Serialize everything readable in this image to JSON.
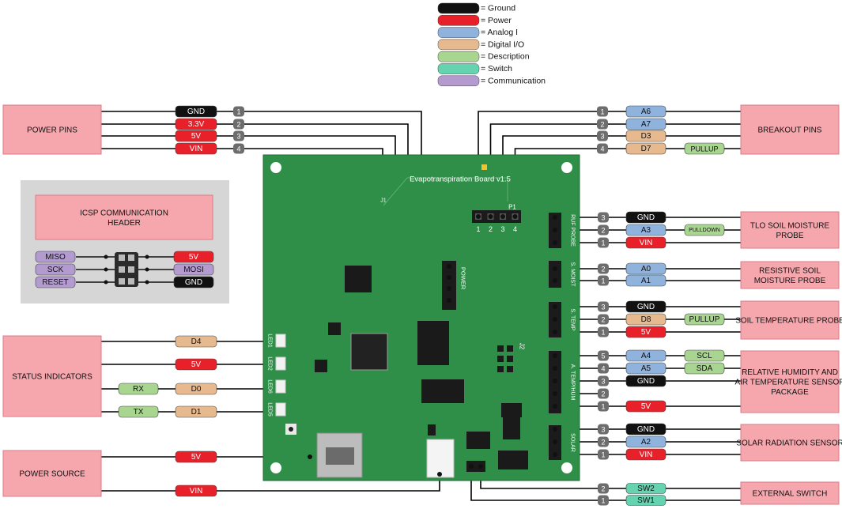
{
  "legend": [
    {
      "key": "ground",
      "label": "= Ground",
      "color": "#111111"
    },
    {
      "key": "power",
      "label": "= Power",
      "color": "#e8202a"
    },
    {
      "key": "analog",
      "label": "= Analog I",
      "color": "#8fb3dd"
    },
    {
      "key": "digital",
      "label": "= Digital I/O",
      "color": "#e7b98f"
    },
    {
      "key": "description",
      "label": "= Description",
      "color": "#a8d58f"
    },
    {
      "key": "switch",
      "label": "= Switch",
      "color": "#66d3b0"
    },
    {
      "key": "communication",
      "label": "= Communication",
      "color": "#b39bd0"
    }
  ],
  "colors": {
    "pink_box": "#f6a7ae",
    "pink_border": "#d97b84",
    "board": "#2f8f48",
    "board_border": "#1f6b35",
    "pin_number": "#6d6d6d",
    "wire": "#000000",
    "panel_bg": "#d6d6d6"
  },
  "board": {
    "title": "Evapotranspiration Board v1.5",
    "power_header_label": "POWER",
    "header_numbers": [
      "1",
      "2",
      "3",
      "4"
    ],
    "p1_label": "P1",
    "j2_label": "J2",
    "j1_label": "J1",
    "leds": [
      "LED1",
      "LED2",
      "LED6",
      "LED5"
    ],
    "connector_labels": [
      "RUF PROBE",
      "S. MOIST",
      "S. TEMP",
      "A. TEMP/HUM",
      "SOLAR"
    ]
  },
  "power_pins": {
    "title": "POWER PINS",
    "pins": [
      {
        "label": "GND",
        "type": "ground",
        "num": "1"
      },
      {
        "label": "3.3V",
        "type": "power",
        "num": "2"
      },
      {
        "label": "5V",
        "type": "power",
        "num": "3"
      },
      {
        "label": "VIN",
        "type": "power",
        "num": "4"
      }
    ]
  },
  "breakout_pins": {
    "title": "BREAKOUT PINS",
    "pins": [
      {
        "label": "A6",
        "type": "analog",
        "num": "1",
        "extra": ""
      },
      {
        "label": "A7",
        "type": "analog",
        "num": "2",
        "extra": ""
      },
      {
        "label": "D3",
        "type": "digital",
        "num": "3",
        "extra": ""
      },
      {
        "label": "D7",
        "type": "digital",
        "num": "4",
        "extra": "PULLUP"
      }
    ]
  },
  "icsp": {
    "title": "ICSP COMMUNICATION HEADER",
    "left": [
      {
        "label": "MISO",
        "type": "communication"
      },
      {
        "label": "SCK",
        "type": "communication"
      },
      {
        "label": "RESET",
        "type": "communication"
      }
    ],
    "right": [
      {
        "label": "5V",
        "type": "power"
      },
      {
        "label": "MOSI",
        "type": "communication"
      },
      {
        "label": "GND",
        "type": "ground"
      }
    ]
  },
  "status_indicators": {
    "title": "STATUS INDICATORS",
    "rows": [
      {
        "desc": "",
        "label": "D4",
        "type": "digital"
      },
      {
        "desc": "",
        "label": "5V",
        "type": "power"
      },
      {
        "desc": "RX",
        "label": "D0",
        "type": "digital"
      },
      {
        "desc": "TX",
        "label": "D1",
        "type": "digital"
      }
    ]
  },
  "power_source": {
    "title": "POWER SOURCE",
    "rows": [
      {
        "label": "5V",
        "type": "power"
      },
      {
        "label": "VIN",
        "type": "power"
      }
    ]
  },
  "sensor_groups": [
    {
      "title": "TLO SOIL MOISTURE PROBE",
      "pins": [
        {
          "num": "3",
          "label": "GND",
          "type": "ground",
          "extra": ""
        },
        {
          "num": "2",
          "label": "A3",
          "type": "analog",
          "extra": "PULLDOWN"
        },
        {
          "num": "1",
          "label": "VIN",
          "type": "power",
          "extra": ""
        }
      ]
    },
    {
      "title": "RESISTIVE SOIL MOISTURE PROBE",
      "pins": [
        {
          "num": "2",
          "label": "A0",
          "type": "analog",
          "extra": ""
        },
        {
          "num": "1",
          "label": "A1",
          "type": "analog",
          "extra": ""
        }
      ]
    },
    {
      "title": "SOIL TEMPERATURE PROBE",
      "pins": [
        {
          "num": "3",
          "label": "GND",
          "type": "ground",
          "extra": ""
        },
        {
          "num": "2",
          "label": "D8",
          "type": "digital",
          "extra": "PULLUP"
        },
        {
          "num": "1",
          "label": "5V",
          "type": "power",
          "extra": ""
        }
      ]
    },
    {
      "title": "RELATIVE HUMIDITY AND AIR TEMPERATURE SENSOR PACKAGE",
      "pins": [
        {
          "num": "5",
          "label": "A4",
          "type": "analog",
          "extra": "SCL"
        },
        {
          "num": "4",
          "label": "A5",
          "type": "analog",
          "extra": "SDA"
        },
        {
          "num": "3",
          "label": "GND",
          "type": "ground",
          "extra": ""
        },
        {
          "num": "2",
          "label": "",
          "type": "",
          "extra": ""
        },
        {
          "num": "1",
          "label": "5V",
          "type": "power",
          "extra": ""
        }
      ]
    },
    {
      "title": "SOLAR RADIATION SENSOR",
      "pins": [
        {
          "num": "3",
          "label": "GND",
          "type": "ground",
          "extra": ""
        },
        {
          "num": "2",
          "label": "A2",
          "type": "analog",
          "extra": ""
        },
        {
          "num": "1",
          "label": "VIN",
          "type": "power",
          "extra": ""
        }
      ]
    }
  ],
  "external_switch": {
    "title": "EXTERNAL SWITCH",
    "pins": [
      {
        "num": "2",
        "label": "SW2",
        "type": "switch"
      },
      {
        "num": "1",
        "label": "SW1",
        "type": "switch"
      }
    ]
  }
}
